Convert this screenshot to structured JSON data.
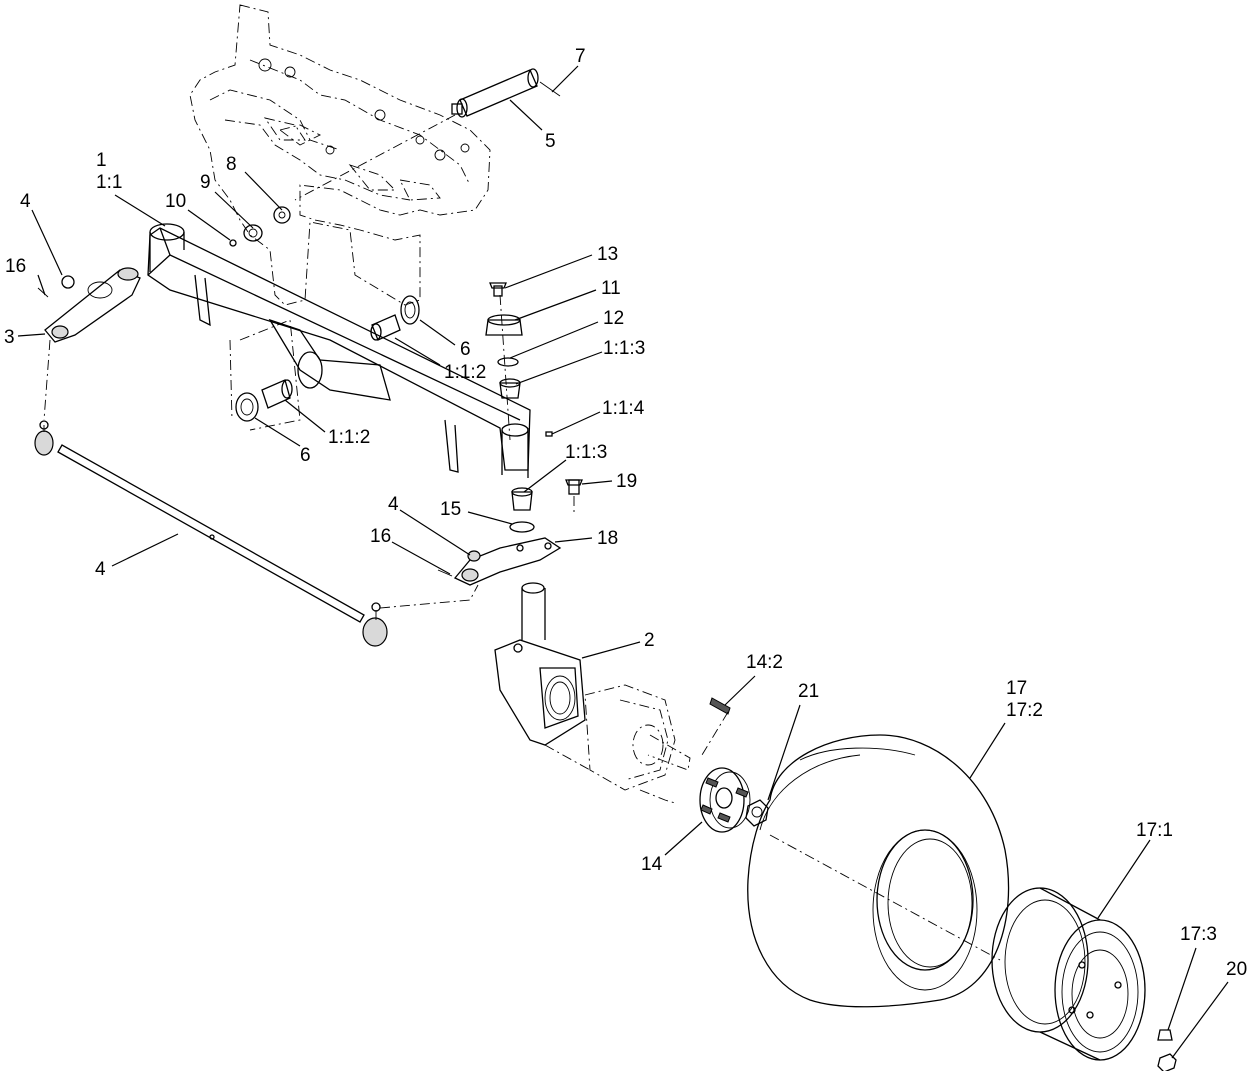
{
  "labels": {
    "l7": "7",
    "l5": "5",
    "l1": "1",
    "l1_1": "1:1",
    "l8": "8",
    "l9": "9",
    "l10": "10",
    "l4_top": "4",
    "l16_top": "16",
    "l3": "3",
    "l13": "13",
    "l11": "11",
    "l12": "12",
    "l1_1_3_top": "1:1:3",
    "l6_right": "6",
    "l1_1_2_right": "1:1:2",
    "l1_1_4": "1:1:4",
    "l1_1_2_left": "1:1:2",
    "l6_left": "6",
    "l1_1_3_mid": "1:1:3",
    "l19": "19",
    "l15": "15",
    "l18": "18",
    "l4_mid": "4",
    "l16_mid": "16",
    "l4_rod": "4",
    "l2": "2",
    "l14_2": "14:2",
    "l21": "21",
    "l17": "17",
    "l17_2": "17:2",
    "l14": "14",
    "l17_1": "17:1",
    "l17_3": "17:3",
    "l20": "20"
  }
}
